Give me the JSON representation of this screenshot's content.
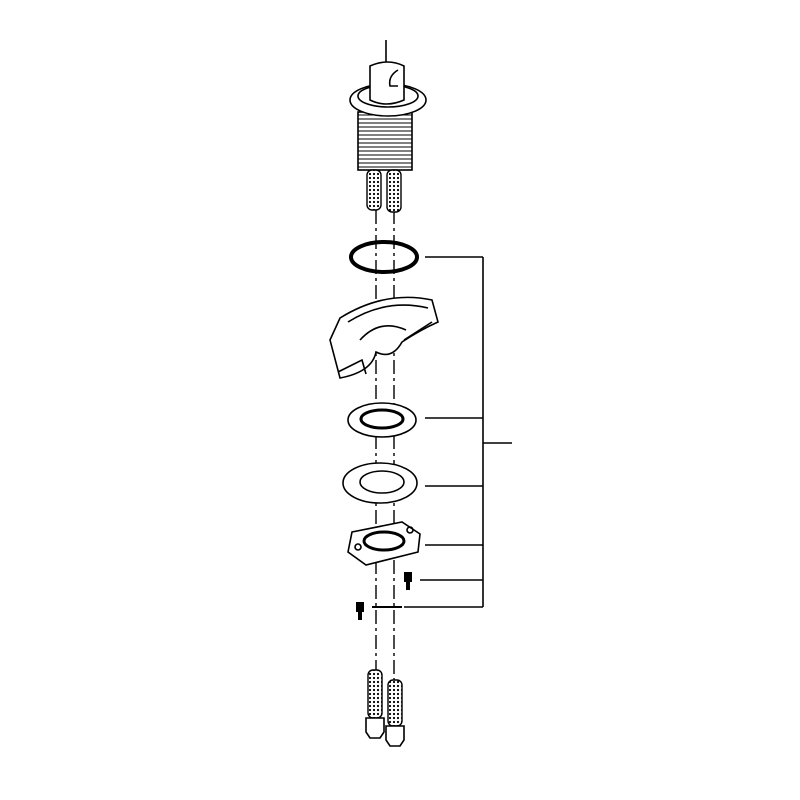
{
  "diagram": {
    "type": "exploded-parts-diagram",
    "colors": {
      "line": "#000000",
      "background": "#ffffff"
    },
    "parts": [
      {
        "name": "faucet-body"
      },
      {
        "name": "upper-supply-hoses"
      },
      {
        "name": "o-ring"
      },
      {
        "name": "countertop-section"
      },
      {
        "name": "washer-upper"
      },
      {
        "name": "washer-lower"
      },
      {
        "name": "mounting-flange"
      },
      {
        "name": "mounting-screws"
      },
      {
        "name": "shim"
      },
      {
        "name": "lower-supply-hoses"
      }
    ]
  }
}
